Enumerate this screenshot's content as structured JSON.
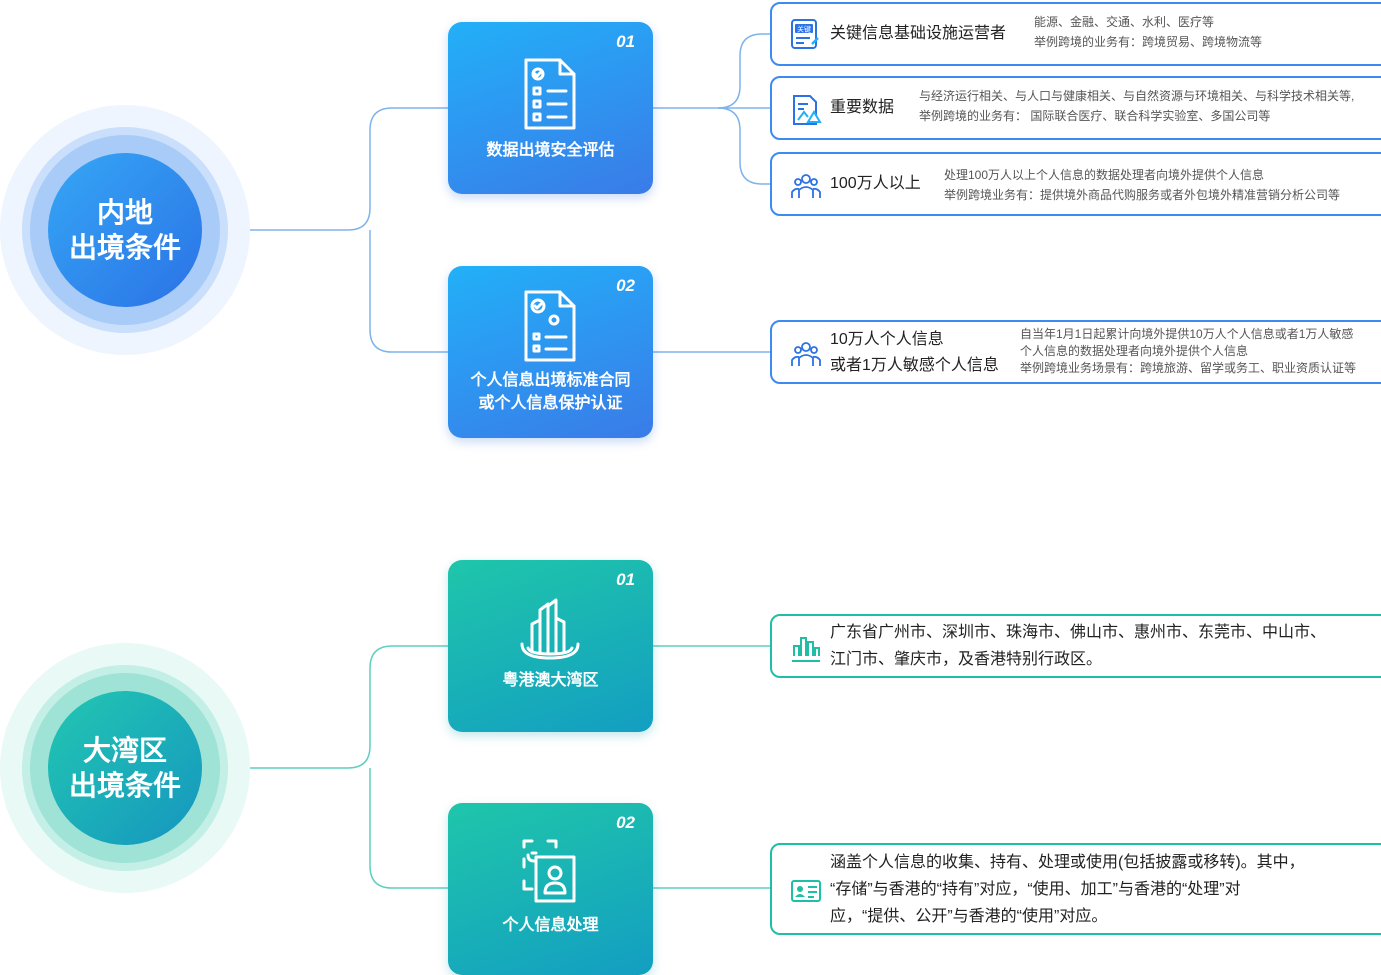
{
  "mainland": {
    "hub_label_line1": "内地",
    "hub_label_line2": "出境条件",
    "cards": [
      {
        "num": "01",
        "icon": "checklist-document-icon",
        "label": "数据出境安全评估"
      },
      {
        "num": "02",
        "icon": "certified-document-icon",
        "label_line1": "个人信息出境标准合同",
        "label_line2": "或个人信息保护认证"
      }
    ],
    "boxes": [
      {
        "icon": "key-document-icon",
        "title": "关键信息基础设施运营者",
        "desc_line1": "能源、金融、交通、水利、医疗等",
        "desc_line2": "举例跨境的业务有：跨境贸易、跨境物流等"
      },
      {
        "icon": "important-data-icon",
        "title": "重要数据",
        "desc_line1": "与经济运行相关、与人口与健康相关、与自然资源与环境相关、与科学技术相关等,",
        "desc_line2": "举例跨境的业务有： 国际联合医疗、联合科学实验室、多国公司等"
      },
      {
        "icon": "crowd-icon",
        "title": "100万人以上",
        "desc_line1": "处理100万人以上个人信息的数据处理者向境外提供个人信息",
        "desc_line2": "举例跨境业务有：提供境外商品代购服务或者外包境外精准营销分析公司等"
      },
      {
        "icon": "crowd-icon",
        "title_line1": "10万人个人信息",
        "title_line2": "或者1万人敏感个人信息",
        "desc_line1": "自当年1月1日起累计向境外提供10万人个人信息或者1万人敏感",
        "desc_line2": "个人信息的数据处理者向境外提供个人信息",
        "desc_line3": "举例跨境业务场景有：跨境旅游、留学或务工、职业资质认证等"
      }
    ]
  },
  "bay_area": {
    "hub_label_line1": "大湾区",
    "hub_label_line2": "出境条件",
    "cards": [
      {
        "num": "01",
        "icon": "city-buildings-icon",
        "label": "粤港澳大湾区"
      },
      {
        "num": "02",
        "icon": "id-scan-icon",
        "label": "个人信息处理"
      }
    ],
    "boxes": [
      {
        "icon": "city-skyline-icon",
        "text_line1": "广东省广州市、深圳市、珠海市、佛山市、惠州市、东莞市、中山市、",
        "text_line2": "江门市、肇庆市，及香港特别行政区。"
      },
      {
        "icon": "id-card-icon",
        "text_line1": "涵盖个人信息的收集、持有、处理或使用(包括披露或移转)。其中，",
        "text_line2": "“存储”与香港的“持有”对应，“使用、加工”与香港的“处理”对",
        "text_line3": "应，“提供、公开”与香港的“使用”对应。"
      }
    ]
  },
  "colors": {
    "blue": "#2b72e6",
    "light_blue": "#22b0f8",
    "teal": "#1fbfa6",
    "line_blue": "#7fb3ec",
    "line_teal": "#5fcfbf"
  }
}
